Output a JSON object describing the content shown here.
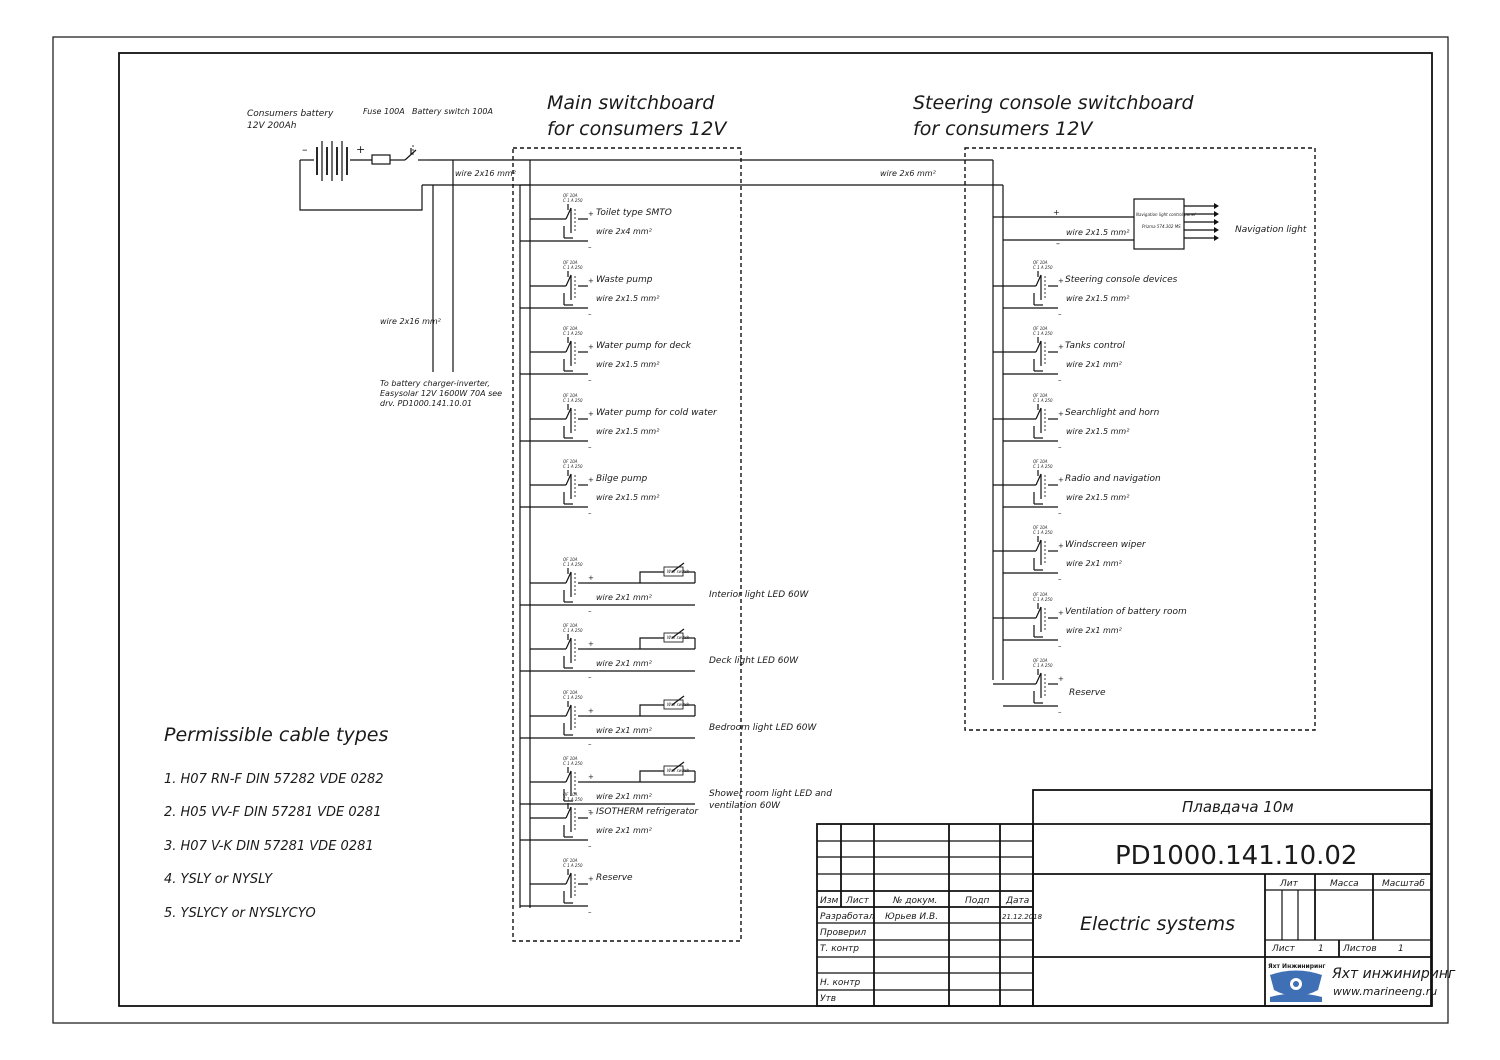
{
  "battery": {
    "title": "Consumers battery",
    "spec": "12V 200Ah",
    "fuse": "Fuse 100A",
    "switch": "Battery switch 100A",
    "minus": "–",
    "plus": "+"
  },
  "wires": {
    "main_feed": "wire 2x16 mm²",
    "vertical_feed": "wire 2x16 mm²",
    "to_console": "wire 2x6 mm²"
  },
  "charger_note": [
    "To battery charger-inverter,",
    "Easysolar 12V 1600W 70A see",
    "drv. PD1000.141.10.01"
  ],
  "main_switchboard": {
    "title_line1": "Main switchboard",
    "title_line2": "for consumers 12V",
    "breaker_label": "QF 10A",
    "breaker_sublabel": "C 1 A 250",
    "circuits": [
      {
        "name": "Toilet type SMTO",
        "wire": "wire 2x4 mm²"
      },
      {
        "name": "Waste pump",
        "wire": "wire 2x1.5 mm²"
      },
      {
        "name": "Water pump for deck",
        "wire": "wire 2x1.5 mm²"
      },
      {
        "name": "Water pump for cold water",
        "wire": "wire 2x1.5 mm²"
      },
      {
        "name": "Bilge pump",
        "wire": "wire 2x1.5 mm²"
      },
      {
        "name": "Interior light LED 60W",
        "wire": "wire 2x1 mm²"
      },
      {
        "name": "Deck light LED 60W",
        "wire": "wire 2x1 mm²"
      },
      {
        "name": "Bedroom light LED 60W",
        "wire": "wire 2x1 mm²"
      },
      {
        "name": "Shower room light LED and",
        "name2": "ventilation 60W",
        "wire": "wire 2x1 mm²"
      },
      {
        "name": "ISOTHERM refrigerator",
        "wire": "wire 2x1 mm²"
      },
      {
        "name": "Reserve",
        "wire": ""
      }
    ],
    "light_switch_label": "Wall switch"
  },
  "console_switchboard": {
    "title_line1": "Steering console switchboard",
    "title_line2": "for consumers 12V",
    "nav_light": "Navigation light",
    "nav_wire": "wire 2x1.5 mm²",
    "nav_box_line1": "Navigation light control panel",
    "nav_box_line2": "Prizma 574.302 MS",
    "breaker_label": "QF 10A",
    "breaker_sublabel": "C 1 A 250",
    "circuits": [
      {
        "name": "Steering console devices",
        "wire": "wire 2x1.5 mm²"
      },
      {
        "name": "Tanks control",
        "wire": "wire 2x1 mm²"
      },
      {
        "name": "Searchlight and horn",
        "wire": "wire 2x1.5 mm²"
      },
      {
        "name": "Radio and navigation",
        "wire": "wire 2x1.5 mm²"
      },
      {
        "name": "Windscreen wiper",
        "wire": "wire 2x1 mm²"
      },
      {
        "name": "Ventilation of battery room",
        "wire": "wire 2x1 mm²"
      },
      {
        "name": "Reserve",
        "wire": ""
      }
    ]
  },
  "cable_types": {
    "title": "Permissible cable types",
    "items": [
      "1. H07 RN-F DIN 57282 VDE 0282",
      "2. H05 VV-F DIN 57281 VDE 0281",
      "3. H07 V-K DIN 57281 VDE 0281",
      "4. YSLY or NYSLY",
      "5. YSLYCY or NYSLYCYO"
    ]
  },
  "title_block": {
    "project": "Плавдача 10м",
    "code": "PD1000.141.10.02",
    "name": "Electric systems",
    "col_izm": "Изм",
    "col_list": "Лист",
    "col_doc": "№ докум.",
    "col_sign": "Подп",
    "col_date": "Дата",
    "row_dev": "Разработал",
    "row_check": "Проверил",
    "row_tcontrol": "Т. контр",
    "row_ncontrol": "Н. контр",
    "row_approve": "Утв",
    "developer": "Юрьев И.В.",
    "date": "21.12.2018",
    "lit": "Лит",
    "mass": "Масса",
    "scale": "Масштаб",
    "sheet_label": "Лист",
    "sheet_value": "1",
    "sheets_label": "Листов",
    "sheets_value": "1",
    "logo_caption": "Яхт Инжиниринг",
    "company": "Яхт инжиниринг",
    "website": "www.marineeng.ru"
  }
}
